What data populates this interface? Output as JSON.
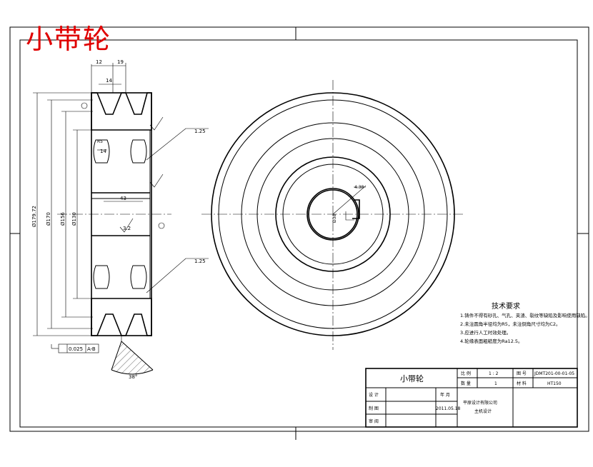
{
  "title": "小带轮",
  "dimensions": {
    "d1": "12",
    "d2": "19",
    "d3": "14",
    "d4": "14",
    "r1": "R5",
    "surface1": "1.25",
    "surface2": "1.25",
    "rough1": "3.2",
    "dia1": "Ø179.72",
    "dia2": "Ø170",
    "dia3": "Ø156",
    "dia4": "Ø130",
    "bore": "43",
    "runout": "0.025",
    "datum": "A-B",
    "angle": "38°",
    "keyway_w": "4.38",
    "bore_dia": "Ø38"
  },
  "tech_req": {
    "heading": "技术要求",
    "items": [
      "1.铸件不得有砂孔、气孔、夹渣、裂纹等缺陷及影响使用缺陷。",
      "2.未注圆角半径均为R5，未注倒角尺寸均为C2。",
      "3.应进行人工时效处理。",
      "4.轮缘表面粗糙度为Ra12.5。"
    ]
  },
  "title_block": {
    "name": "小带轮",
    "scale_label": "比 例",
    "scale": "1 : 2",
    "drawing_no_label": "图 号",
    "drawing_no": "JDMT201-00-01-05",
    "qty_label": "数 量",
    "qty": "1",
    "material_label": "材 料",
    "material": "HT150",
    "design_label": "设 计",
    "date_label": "年 月",
    "draw_label": "制 图",
    "date": "2011.05.18",
    "review_label": "审 阅",
    "school_line1": "平原设计有限公司",
    "school_line2": "主机设计"
  }
}
